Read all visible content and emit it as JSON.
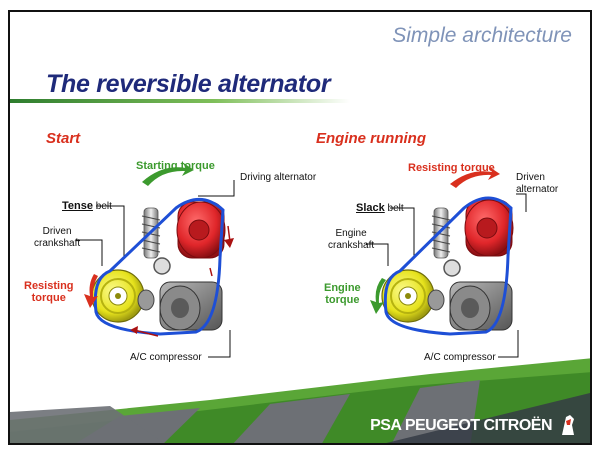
{
  "header": {
    "text": "Simple architecture"
  },
  "title": {
    "text": "The reversible alternator"
  },
  "start": {
    "heading": "Start",
    "starting_torque": "Starting torque",
    "driving_alternator": "Driving alternator",
    "tense_bold": "Tense",
    "tense_rest": " belt",
    "driven_crankshaft_1": "Driven",
    "driven_crankshaft_2": "crankshaft",
    "resisting_1": "Resisting",
    "resisting_2": "torque",
    "ac": "A/C compressor"
  },
  "running": {
    "heading": "Engine running",
    "resisting_torque": "Resisting torque",
    "driven_alt_1": "Driven",
    "driven_alt_2": "alternator",
    "slack_bold": "Slack",
    "slack_rest": " belt",
    "engine_crank_1": "Engine",
    "engine_crank_2": "crankshaft",
    "engine_1": "Engine",
    "engine_2": "torque",
    "ac": "A/C compressor"
  },
  "footer": {
    "brand": "PSA PEUGEOT CITROËN"
  },
  "colors": {
    "title": "#1f2a7a",
    "accent_red": "#d9301e",
    "accent_green": "#3c9a2e",
    "belt": "#1e4fd6",
    "alternator": "#e0262a",
    "pulley": "#e6e21c"
  }
}
